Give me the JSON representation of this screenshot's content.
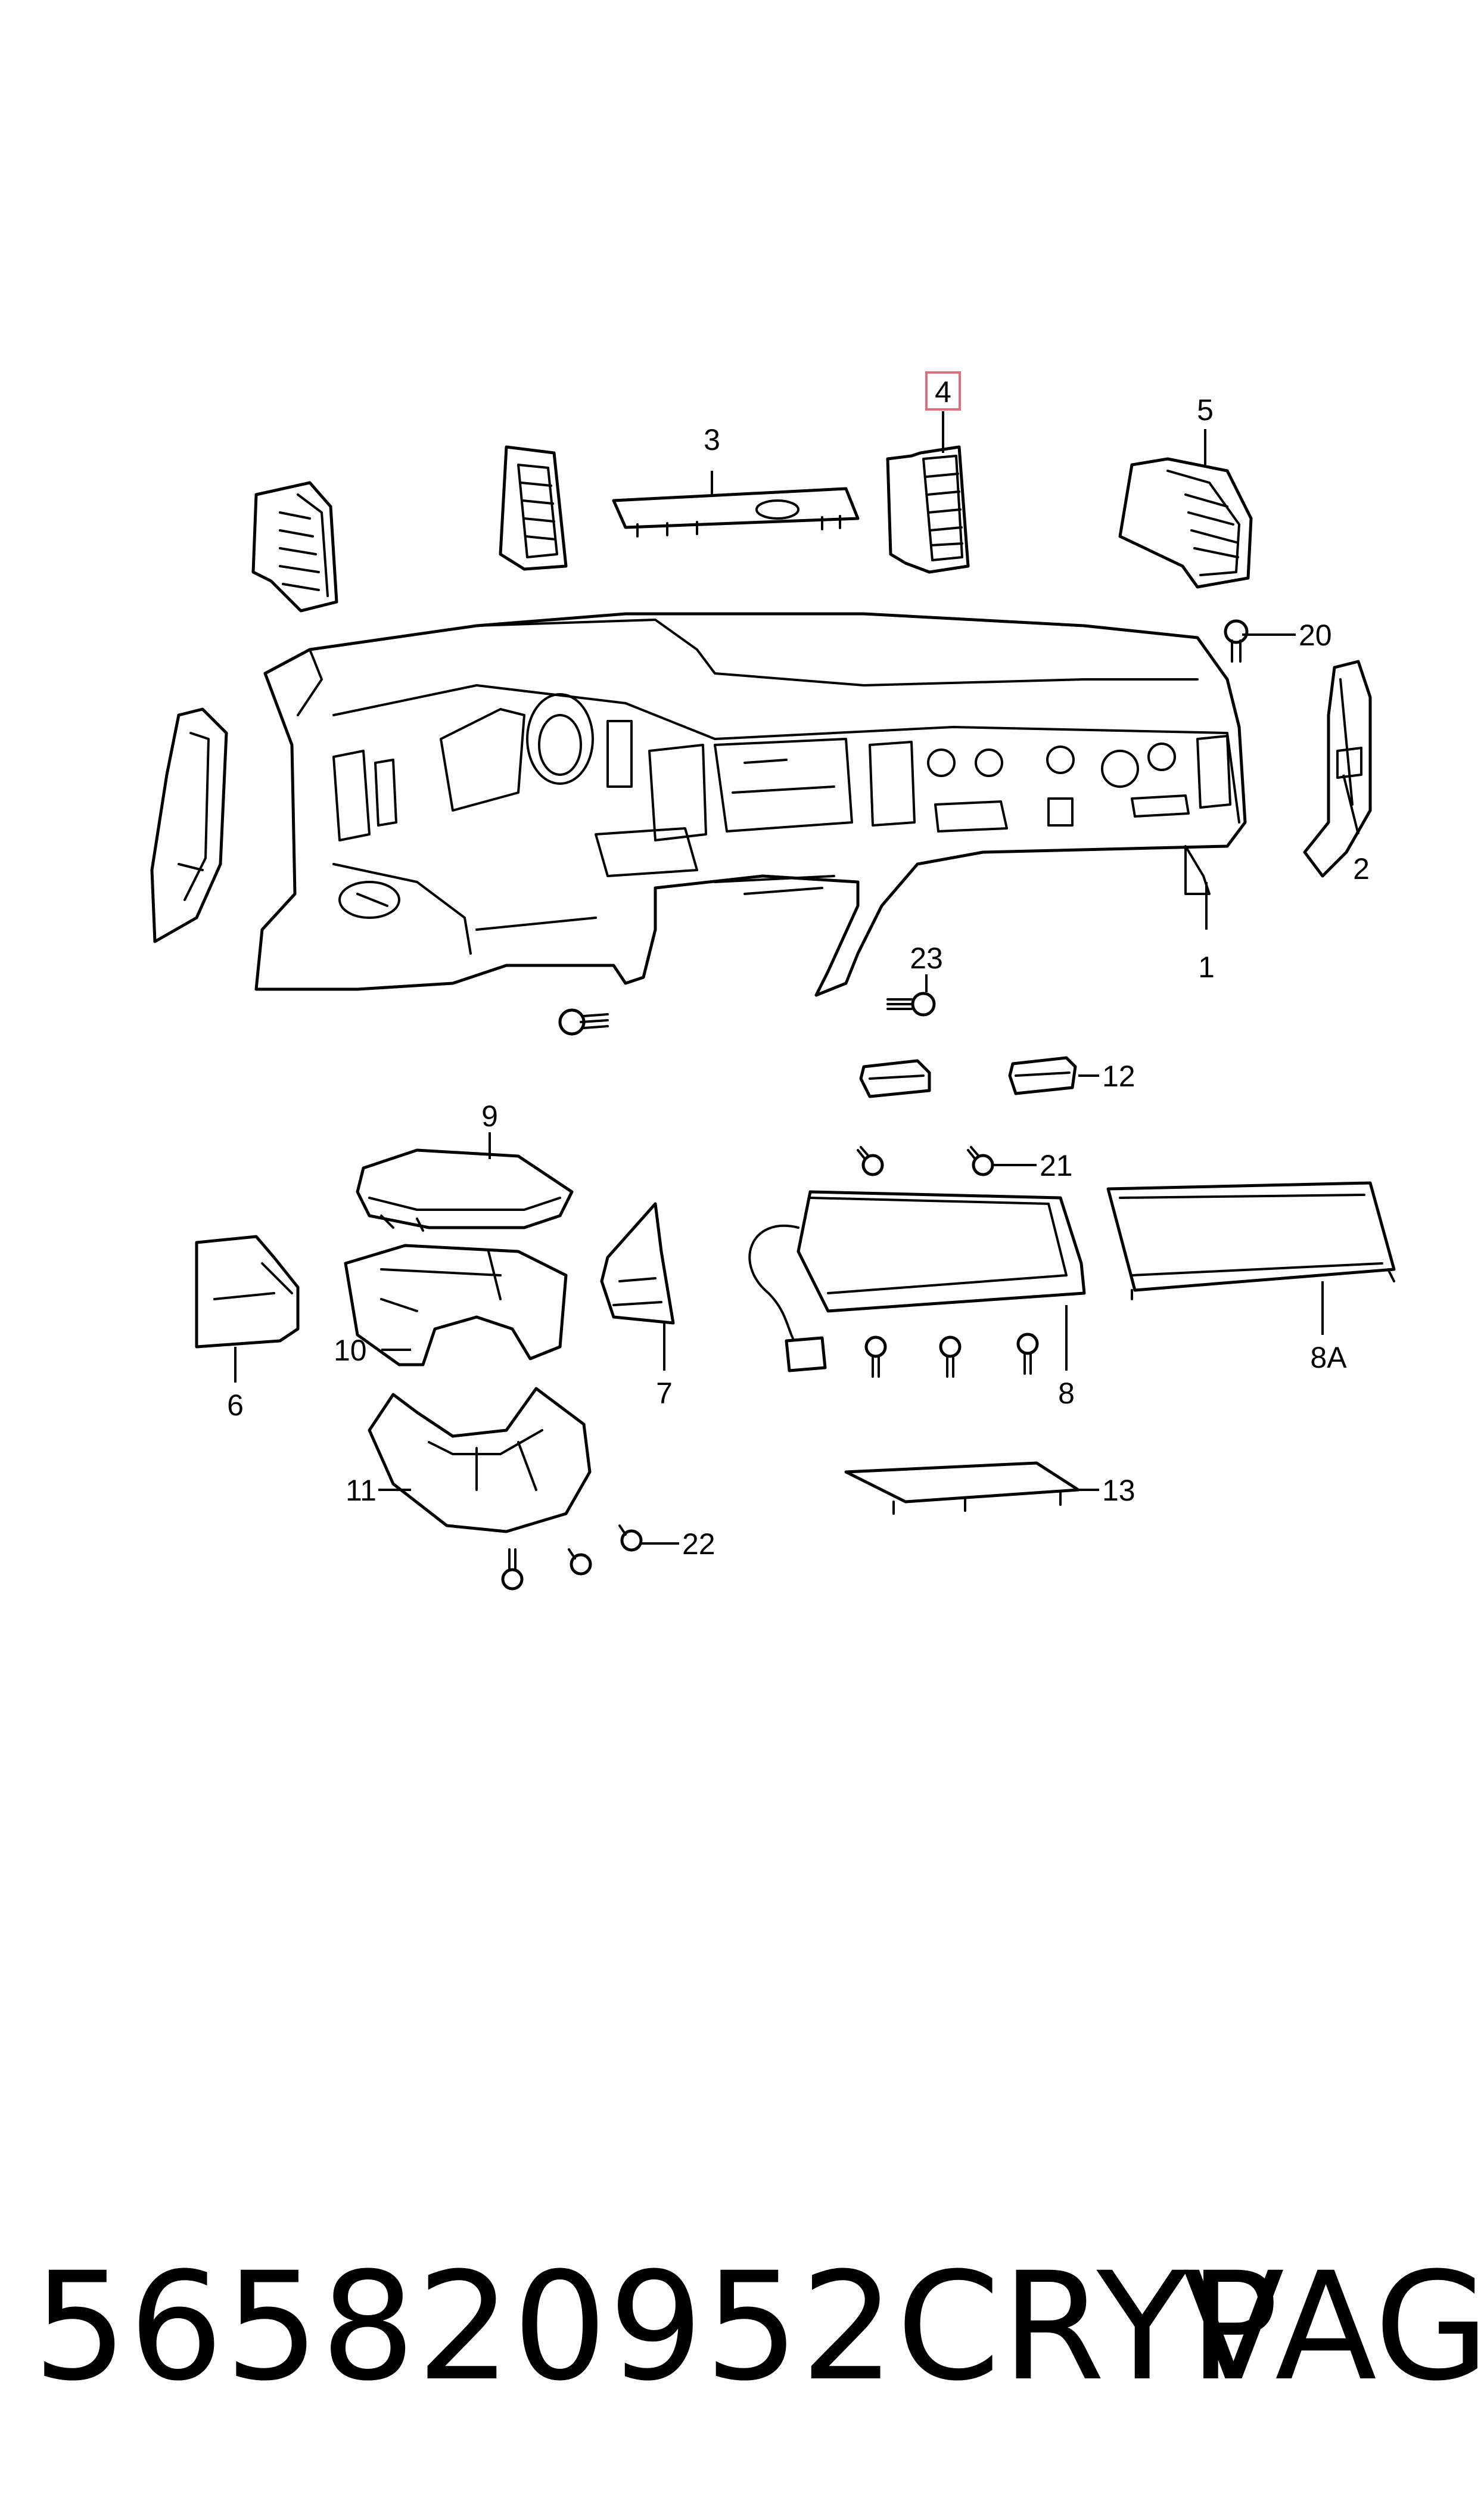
{
  "diagram": {
    "callouts": {
      "c1": "1",
      "c2": "2",
      "c3": "3",
      "c4": "4",
      "c5": "5",
      "c6": "6",
      "c7": "7",
      "c8": "8",
      "c8a": "8A",
      "c9": "9",
      "c10": "10",
      "c11": "11",
      "c12": "12",
      "c13": "13",
      "c20": "20",
      "c21": "21",
      "c22": "22",
      "c23": "23"
    },
    "highlighted_callout": "4",
    "highlight_color": "#d9707e"
  },
  "footer": {
    "part_number": "565820952CRYP",
    "brand": "VAG"
  }
}
